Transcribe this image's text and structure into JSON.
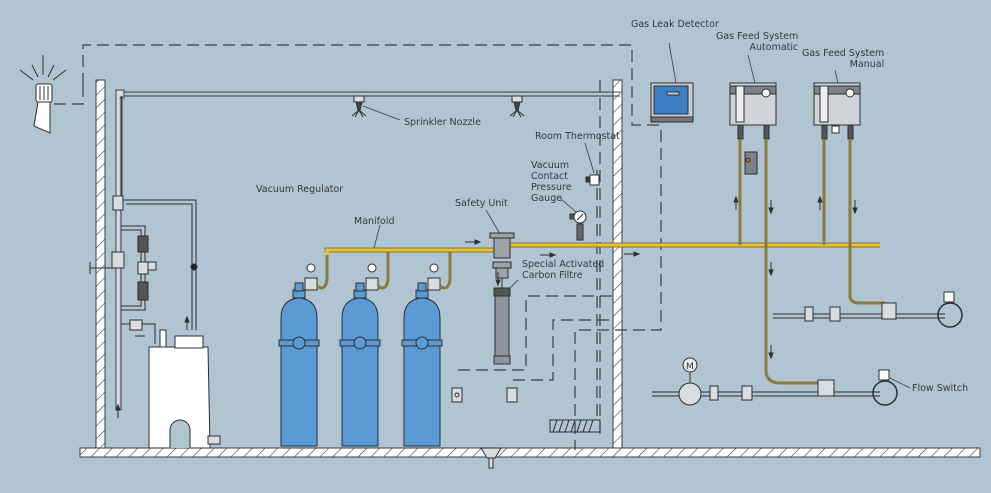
{
  "diagram": {
    "title": "Chlorine Gas Dosing Installation Schematic",
    "colors": {
      "background": "#b0c4d2",
      "cylinder": "#5b9bd5",
      "gas_line": "#e4c23a",
      "vacuum_line": "#8a7d3a",
      "equipment_grey": "#b8bcc0",
      "wall_hatch": "#ffffff"
    },
    "labels": {
      "sprinkler_nozzle": "Sprinkler Nozzle",
      "vacuum_regulator": "Vacuum Regulator",
      "manifold": "Manifold",
      "safety_unit": "Safety Unit",
      "special_filter_line1": "Special Activated",
      "special_filter_line2": "Carbon Filtre",
      "room_thermostat": "Room Thermostat",
      "vacuum_gauge_line1": "Vacuum",
      "vacuum_gauge_line2": "Contact",
      "vacuum_gauge_line3": "Pressure",
      "vacuum_gauge_line4": "Gauge",
      "gas_leak_detector": "Gas Leak Detector",
      "gas_feed_auto_line1": "Gas Feed System",
      "gas_feed_auto_line2": "Automatic",
      "gas_feed_manual_line1": "Gas Feed System",
      "gas_feed_manual_line2": "Manual",
      "flow_switch": "Flow Switch",
      "motor_symbol": "M"
    },
    "components": {
      "cylinders_count": 3,
      "icons": [
        "warning-beacon-icon",
        "sprinkler-icon",
        "cylinder-icon",
        "pressure-gauge-icon",
        "thermostat-icon",
        "gas-detector-icon",
        "feed-system-icon",
        "pump-motor-icon",
        "flow-switch-icon",
        "heater-icon",
        "drain-icon"
      ]
    }
  }
}
